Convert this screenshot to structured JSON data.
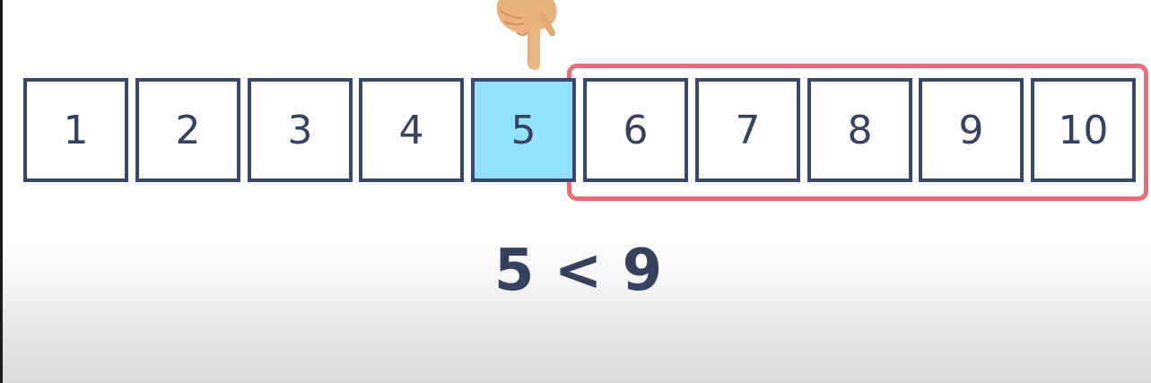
{
  "array": {
    "cells": [
      "1",
      "2",
      "3",
      "4",
      "5",
      "6",
      "7",
      "8",
      "9",
      "10"
    ],
    "active_index": 4,
    "highlight_range": [
      5,
      9
    ]
  },
  "comparison": "5 < 9",
  "colors": {
    "cell_border": "#38476b",
    "cell_text": "#34415f",
    "active_fill": "#93e2fb",
    "highlight_border": "#ec6d78"
  },
  "icons": {
    "pointer": "pointing-down-hand-icon"
  }
}
